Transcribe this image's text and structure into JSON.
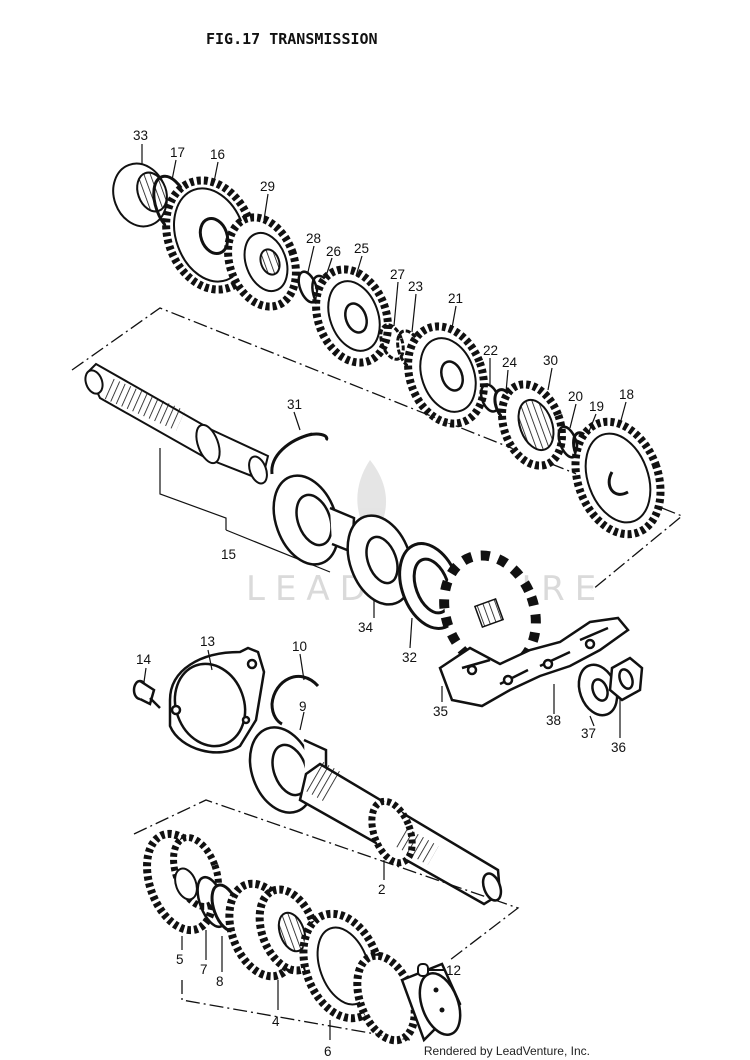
{
  "title": "FIG.17  TRANSMISSION",
  "watermark": "LEADVENTURE",
  "credit": "Rendered by LeadVenture, Inc.",
  "callouts": [
    "33",
    "17",
    "16",
    "29",
    "28",
    "26",
    "25",
    "27",
    "23",
    "21",
    "22",
    "24",
    "30",
    "20",
    "19",
    "18",
    "31",
    "15",
    "34",
    "32",
    "35",
    "38",
    "37",
    "36",
    "14",
    "13",
    "10",
    "9",
    "2",
    "5",
    "7",
    "8",
    "4",
    "6",
    "12"
  ]
}
